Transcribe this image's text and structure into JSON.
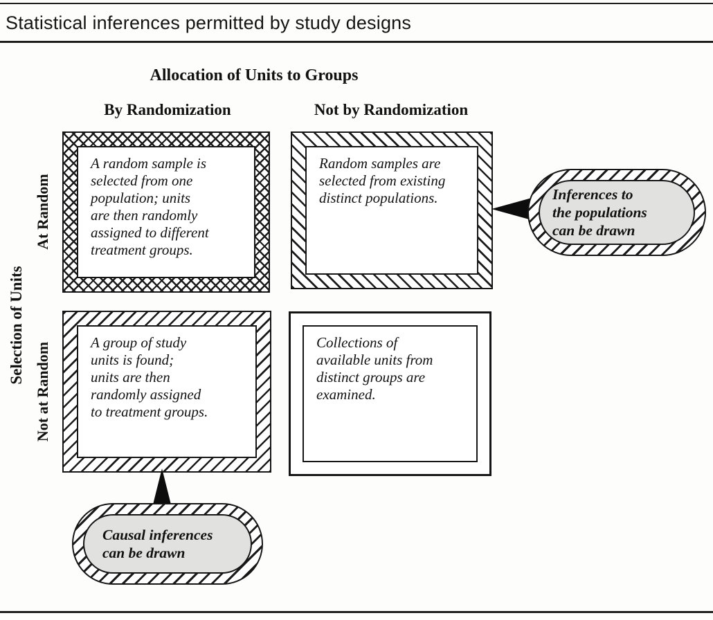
{
  "figure": {
    "title": "Statistical inferences permitted by study designs",
    "column_axis": {
      "title": "Allocation of Units to Groups",
      "headers": [
        "By Randomization",
        "Not by Randomization"
      ]
    },
    "row_axis": {
      "title": "Selection of Units",
      "headers": [
        "At Random",
        "Not at Random"
      ]
    },
    "cells": [
      {
        "row": "At Random",
        "col": "By Randomization",
        "border_style": "crosshatch",
        "text": "A random sample is\nselected from one\npopulation; units\nare then randomly\nassigned to different\ntreatment groups."
      },
      {
        "row": "At Random",
        "col": "Not by Randomization",
        "border_style": "diagonal-backslash",
        "text": "Random samples are\nselected from existing\ndistinct populations."
      },
      {
        "row": "Not at Random",
        "col": "By Randomization",
        "border_style": "diagonal-slash",
        "text": "A group of study\nunits is found;\nunits are then\nrandomly assigned\nto treatment groups."
      },
      {
        "row": "Not at Random",
        "col": "Not by Randomization",
        "border_style": "plain",
        "text": "Collections of\navailable units from\ndistinct groups are\nexamined."
      }
    ],
    "callouts": [
      {
        "id": "population-inferences",
        "text": "Inferences to\nthe populations\ncan be drawn",
        "points_to": "At Random / Not by Randomization"
      },
      {
        "id": "causal-inferences",
        "text": "Causal inferences\ncan be drawn",
        "points_to": "Not at Random / By Randomization"
      }
    ],
    "colors": {
      "ink": "#111111",
      "paper": "#fdfdfc",
      "callout_fill": "#e1e1e0"
    }
  }
}
